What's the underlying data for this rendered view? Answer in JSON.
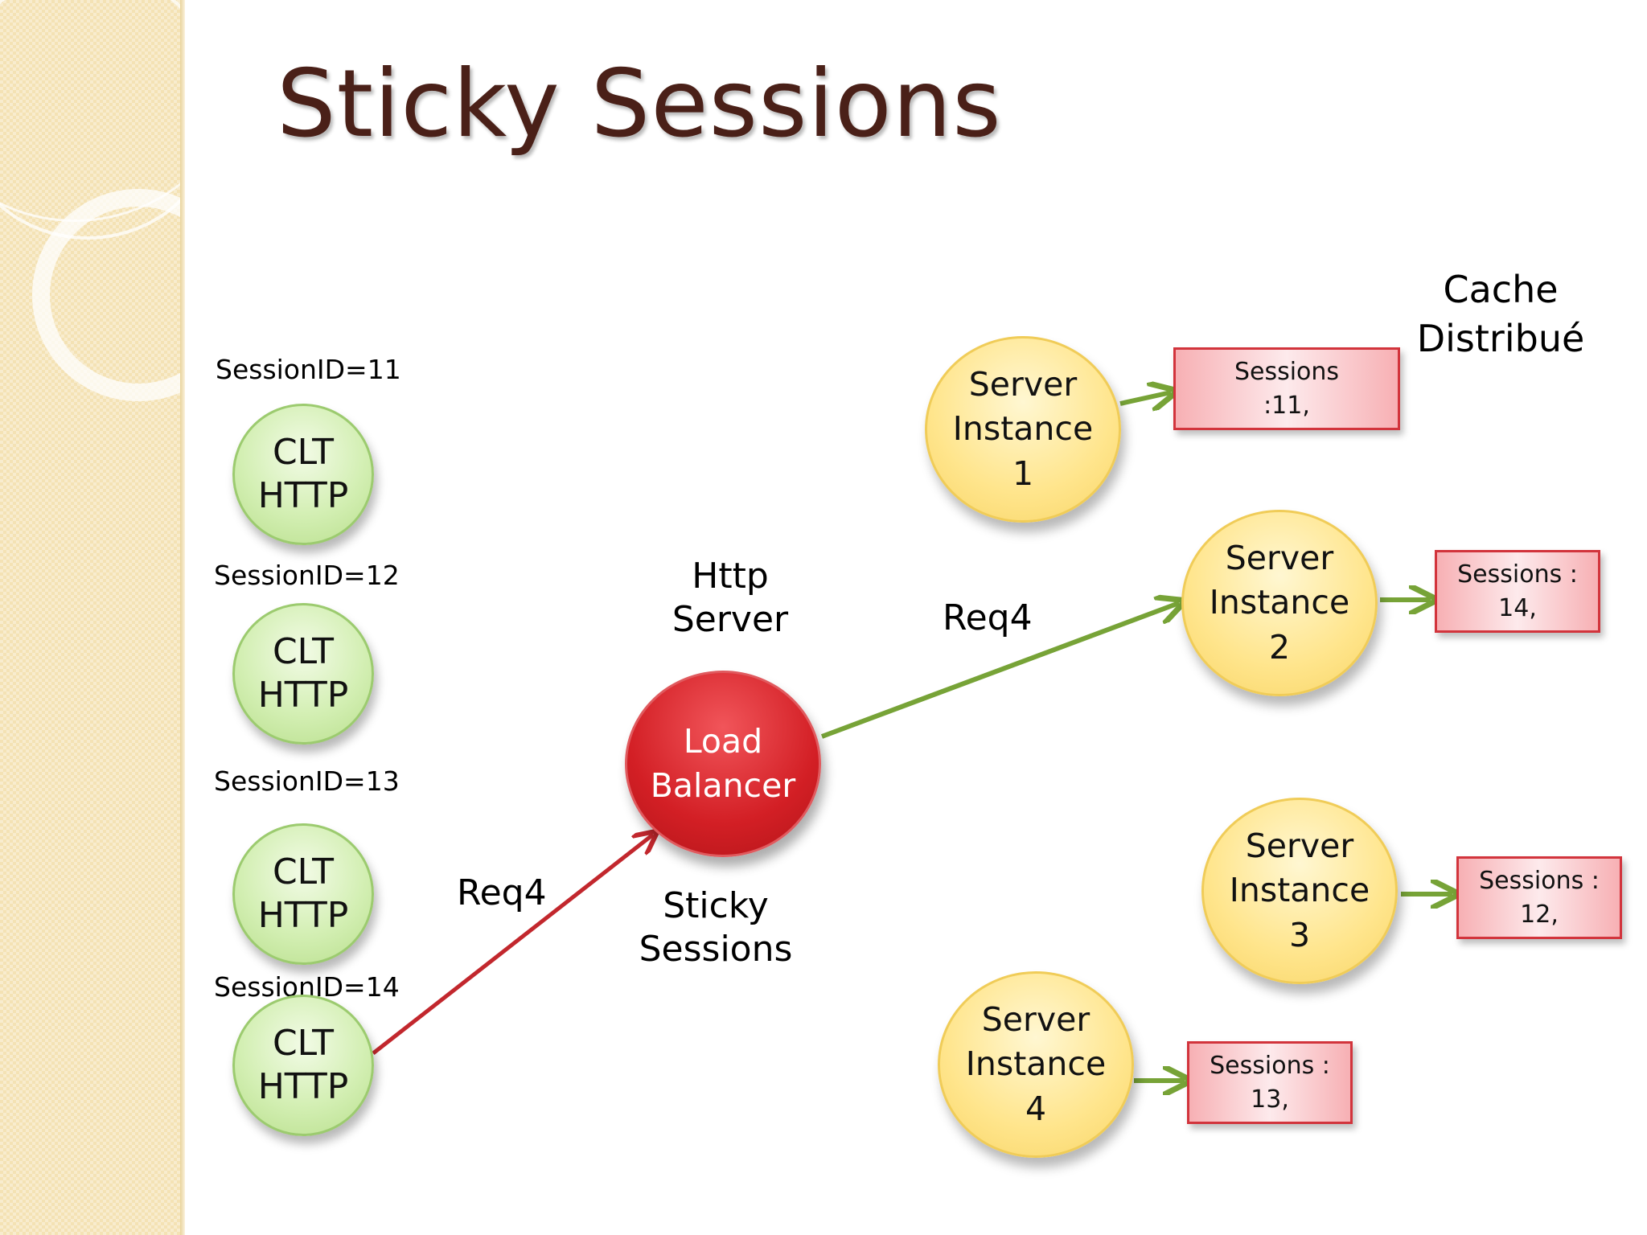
{
  "slide": {
    "title": "Sticky Sessions"
  },
  "clients": [
    {
      "session_label": "SessionID=11",
      "name": "CLT\nHTTP"
    },
    {
      "session_label": "SessionID=12",
      "name": "CLT\nHTTP"
    },
    {
      "session_label": "SessionID=13",
      "name": "CLT\nHTTP"
    },
    {
      "session_label": "SessionID=14",
      "name": "CLT\nHTTP"
    }
  ],
  "load_balancer": {
    "name": "Load\nBalancer",
    "caption_top": "Http\nServer",
    "caption_bottom": "Sticky\nSessions"
  },
  "requests": {
    "incoming": "Req4",
    "outgoing": "Req4"
  },
  "servers": [
    {
      "name": "Server\nInstance\n1"
    },
    {
      "name": "Server\nInstance\n2"
    },
    {
      "name": "Server\nInstance\n3"
    },
    {
      "name": "Server\nInstance\n4"
    }
  ],
  "caches": [
    {
      "text": "Sessions\n:11,"
    },
    {
      "text": "Sessions :\n14,"
    },
    {
      "text": "Sessions :\n12,"
    },
    {
      "text": "Sessions :\n13,"
    }
  ],
  "cache_group_label": "Cache\nDistribué",
  "colors": {
    "request_arrow": "#c2272d",
    "routing_arrow": "#77a337",
    "title": "#4a2018"
  }
}
